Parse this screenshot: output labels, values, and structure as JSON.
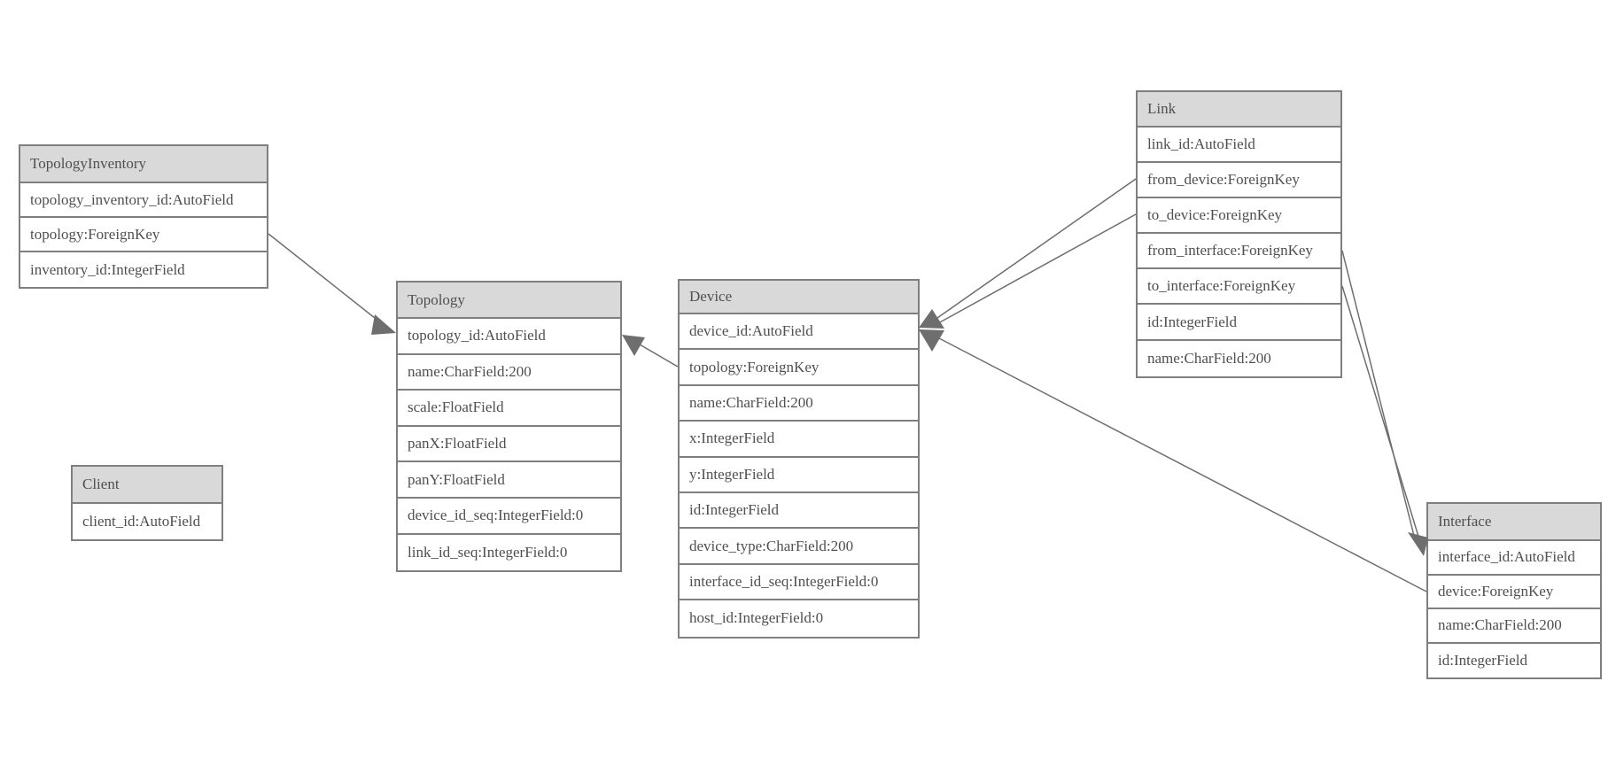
{
  "diagram": {
    "tables": [
      {
        "id": "topology_inventory",
        "title": "TopologyInventory",
        "fields": [
          "topology_inventory_id:AutoField",
          "topology:ForeignKey",
          "inventory_id:IntegerField"
        ]
      },
      {
        "id": "topology",
        "title": "Topology",
        "fields": [
          "topology_id:AutoField",
          "name:CharField:200",
          "scale:FloatField",
          "panX:FloatField",
          "panY:FloatField",
          "device_id_seq:IntegerField:0",
          "link_id_seq:IntegerField:0"
        ]
      },
      {
        "id": "client",
        "title": "Client",
        "fields": [
          "client_id:AutoField"
        ]
      },
      {
        "id": "device",
        "title": "Device",
        "fields": [
          "device_id:AutoField",
          "topology:ForeignKey",
          "name:CharField:200",
          "x:IntegerField",
          "y:IntegerField",
          "id:IntegerField",
          "device_type:CharField:200",
          "interface_id_seq:IntegerField:0",
          "host_id:IntegerField:0"
        ]
      },
      {
        "id": "link",
        "title": "Link",
        "fields": [
          "link_id:AutoField",
          "from_device:ForeignKey",
          "to_device:ForeignKey",
          "from_interface:ForeignKey",
          "to_interface:ForeignKey",
          "id:IntegerField",
          "name:CharField:200"
        ]
      },
      {
        "id": "interface",
        "title": "Interface",
        "fields": [
          "interface_id:AutoField",
          "device:ForeignKey",
          "name:CharField:200",
          "id:IntegerField"
        ]
      }
    ],
    "relations": [
      {
        "from": "TopologyInventory.topology",
        "to": "Topology"
      },
      {
        "from": "Device.topology",
        "to": "Topology"
      },
      {
        "from": "Link.from_device",
        "to": "Device"
      },
      {
        "from": "Link.to_device",
        "to": "Device"
      },
      {
        "from": "Link.from_interface",
        "to": "Interface"
      },
      {
        "from": "Link.to_interface",
        "to": "Interface"
      },
      {
        "from": "Interface.device",
        "to": "Device"
      }
    ],
    "colors": {
      "background": "#ffffff",
      "table_border": "#7f7f7f",
      "header_fill": "#d9d9d9",
      "row_fill": "#ffffff",
      "text": "#4f4f4f",
      "relation_line": "#6e6e6e",
      "arrowhead_fill": "#6e6e6e"
    }
  }
}
